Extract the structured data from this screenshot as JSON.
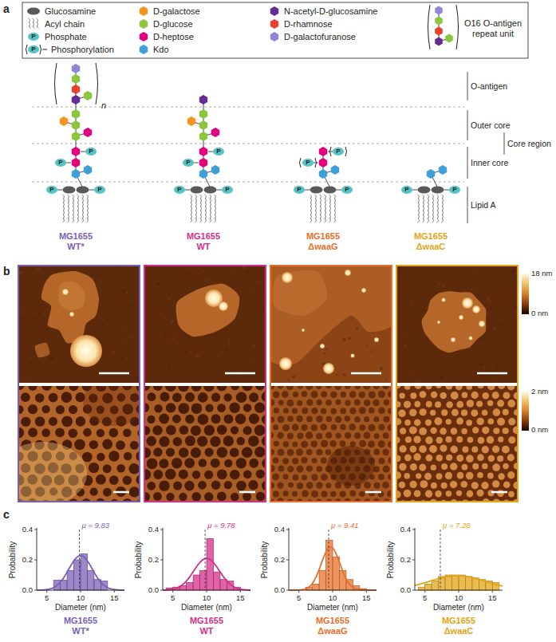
{
  "diagram": {
    "labels": [
      "a",
      "P",
      "P",
      "n",
      "O-antigen",
      "Outer core",
      "Core region",
      "Inner core",
      "Lipid A",
      "P",
      "P",
      "P",
      "P",
      "P",
      "P",
      "P",
      "P",
      "P",
      "P",
      "P",
      "P",
      "P",
      "P",
      "MG1655 WT*",
      "MG1655 WT",
      "MG1655 ΔwaaG",
      "MG1655 ΔwaaC",
      "b",
      "18 nm",
      "0 nm",
      "2 nm",
      "0 nm",
      "c",
      "Probability",
      "0.0",
      "0.2",
      "0.4",
      "5",
      "10",
      "15",
      "μ = 9.83",
      "Diameter (nm)",
      "MG1655 WT*",
      "Probability",
      "0.0",
      "0.2",
      "0.4",
      "5",
      "10",
      "15",
      "μ = 9.78",
      "Diameter (nm)",
      "MG1655 WT",
      "Probability",
      "0.0",
      "0.2",
      "0.4",
      "5",
      "10",
      "15",
      "μ = 9.41",
      "Diameter (nm)",
      "MG1655 ΔwaaG",
      "Probability",
      "0.0",
      "0.2",
      "0.4",
      "5",
      "10",
      "15",
      "μ = 7.28",
      "Diameter (nm)",
      "MG1655 ΔwaaC"
    ],
    "legend": [
      {
        "text": "Glucosamine",
        "color": "#58595b"
      },
      {
        "text": "Acyl chain"
      },
      {
        "text": "Phosphate"
      },
      {
        "text": "Phosphorylation"
      },
      {
        "text": "D-galactose",
        "color": "#f7941d"
      },
      {
        "text": "D-glucose",
        "color": "#8cc63f"
      },
      {
        "text": "D-heptose",
        "color": "#e5007d"
      },
      {
        "text": "Kdo",
        "color": "#3f9fd9"
      },
      {
        "text": "N-acetyl-D-glucosamine",
        "color": "#662d91"
      },
      {
        "text": "D-rhamnose",
        "color": "#e8412c"
      },
      {
        "text": "D-galactofuranose",
        "color": "#8f86d6"
      },
      {
        "text": "O16 O-antigen repeat unit"
      }
    ]
  }
}
